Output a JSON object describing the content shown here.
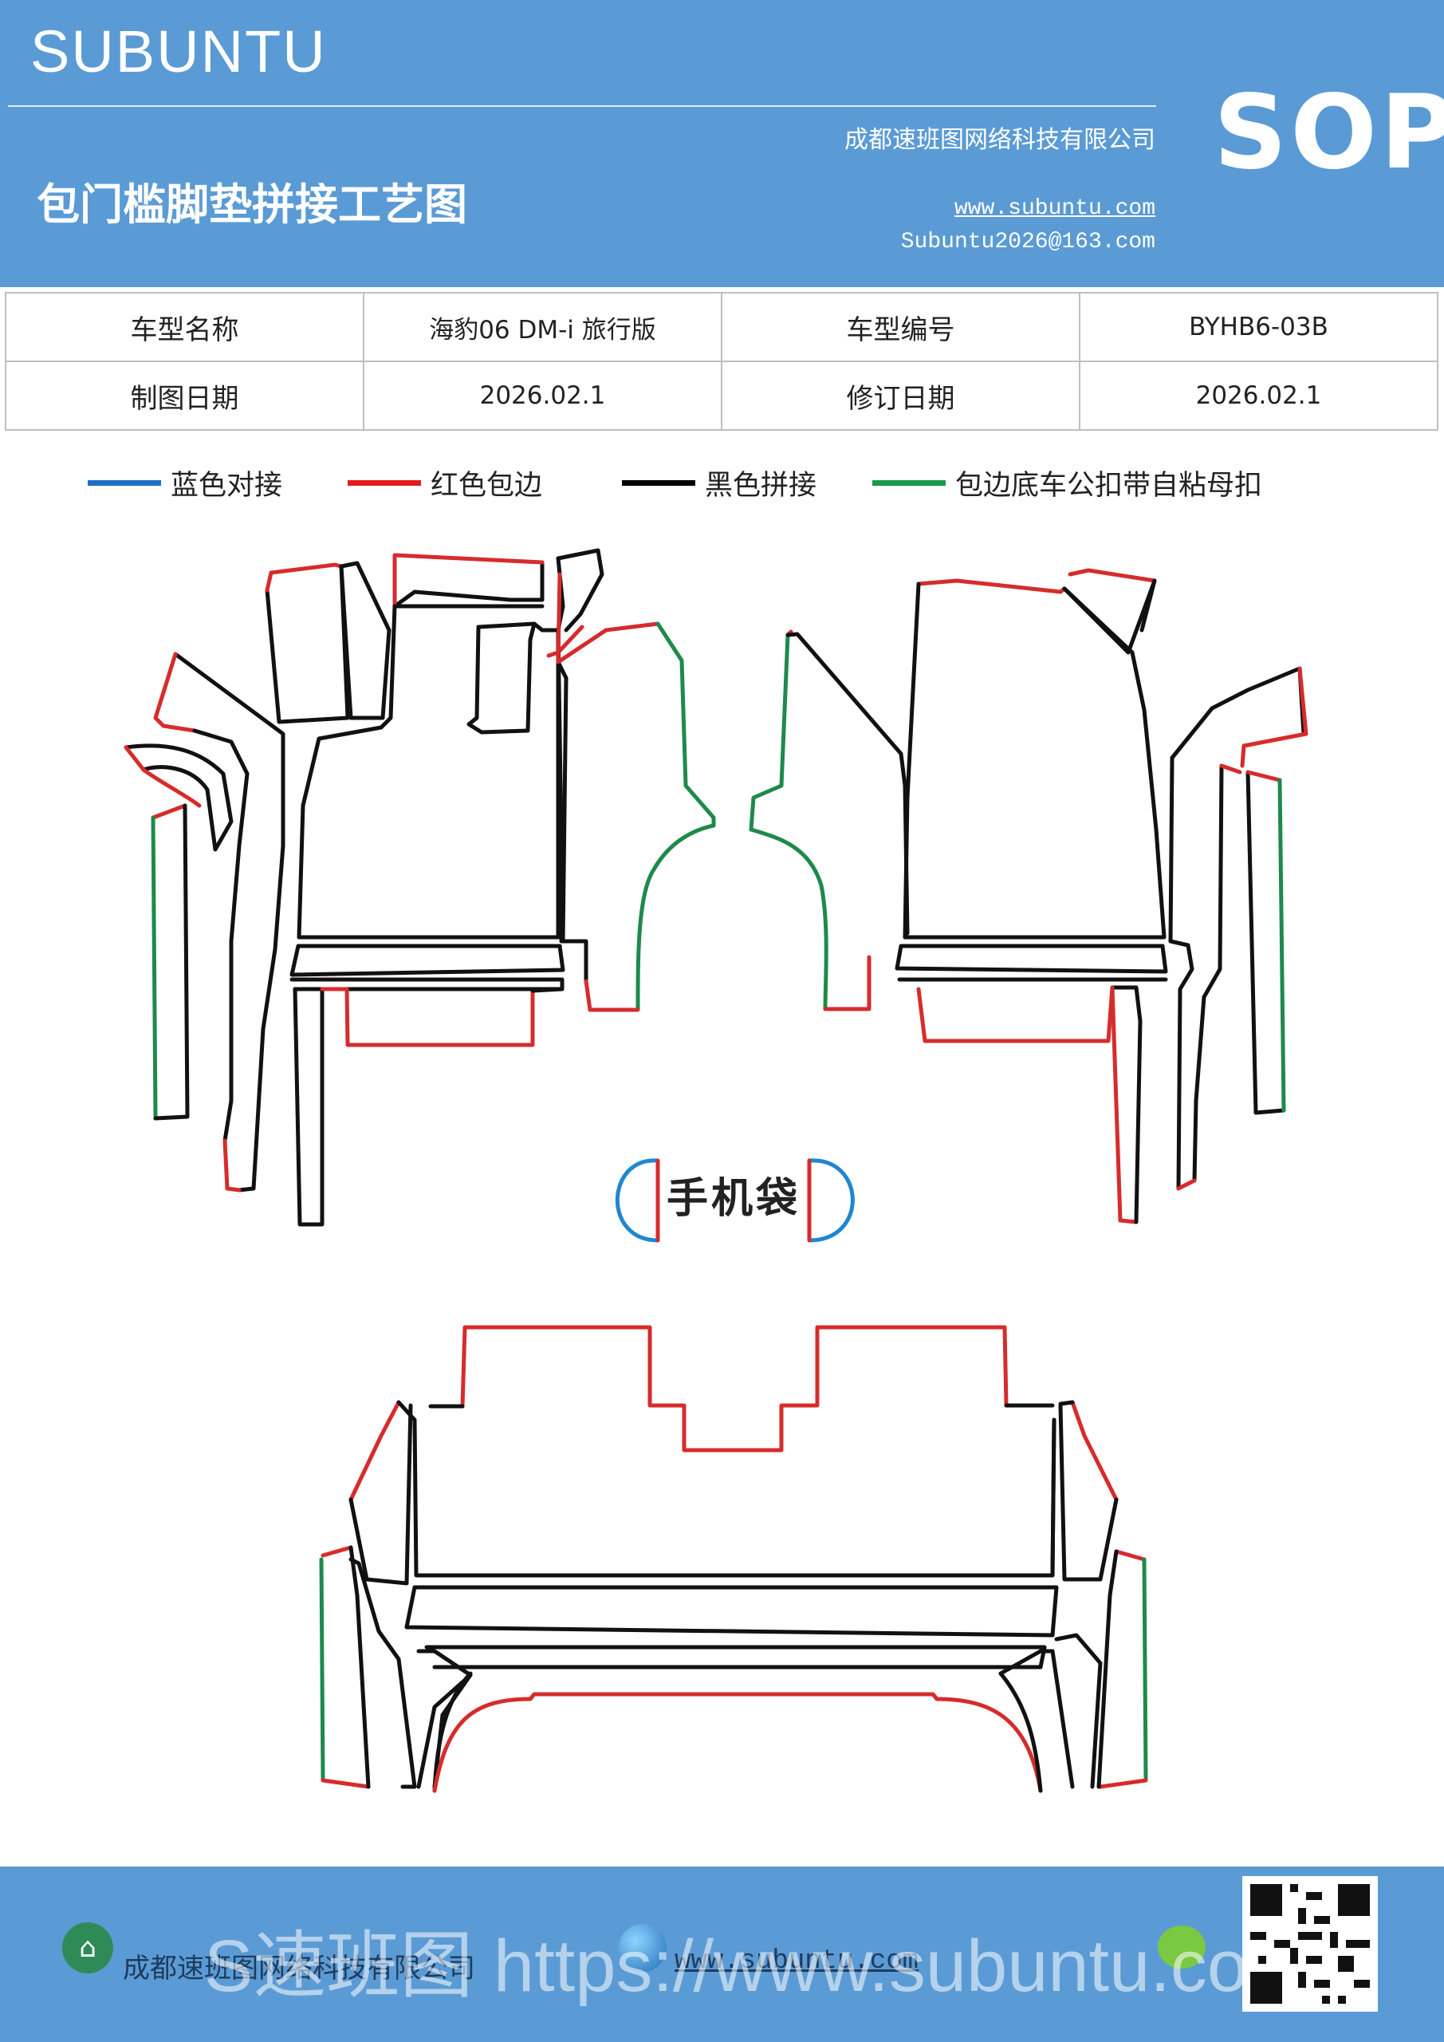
{
  "header": {
    "brand": "SUBUNTU",
    "title": "包门槛脚垫拼接工艺图",
    "company": "成都速班图网络科技有限公司",
    "website": "www.subuntu.com",
    "email": "Subuntu2026@163.com",
    "badge": "SOP"
  },
  "info_table": {
    "row1": [
      "车型名称",
      "海豹06  DM-i 旅行版",
      "车型编号",
      "BYHB6-03B"
    ],
    "row2": [
      "制图日期",
      "2026.02.1",
      "修订日期",
      "2026.02.1"
    ]
  },
  "legend": [
    {
      "label": "蓝色对接",
      "color": "#1f6fc4"
    },
    {
      "label": "红色包边",
      "color": "#e31a1c"
    },
    {
      "label": "黑色拼接",
      "color": "#000000"
    },
    {
      "label": "包边底车公扣带自粘母扣",
      "color": "#1a9a48"
    }
  ],
  "diagram": {
    "phone_pocket_label": "手机袋",
    "colors": {
      "blue": "#1f86d1",
      "red": "#d62c2c",
      "black": "#111111",
      "green": "#1e8a4a"
    }
  },
  "footer": {
    "company": "成都速班图网络科技有限公司",
    "website": "www.subuntu.com",
    "watermark": "S速班图 https://www.subuntu.com"
  }
}
